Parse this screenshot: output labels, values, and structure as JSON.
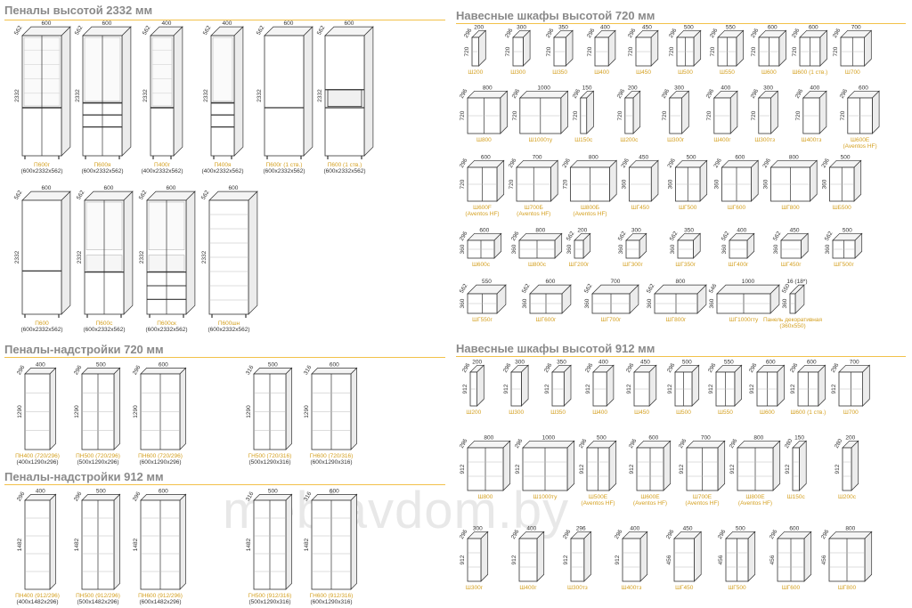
{
  "sections": {
    "tall_2332": "Пеналы высотой 2332 мм",
    "wall_720": "Навесные шкафы высотой 720 мм",
    "top_720": "Пеналы-надстройки 720 мм",
    "top_912": "Пеналы-надстройки 912 мм",
    "wall_912": "Навесные шкафы высотой 912 мм"
  },
  "watermark": "meblavdom.by",
  "tall_row1": [
    {
      "code": "П600г",
      "size": "(600x2332x562)",
      "w": "600",
      "d": "562",
      "h": "2332",
      "type": "glass"
    },
    {
      "code": "П600я",
      "size": "(600x2332x562)",
      "w": "600",
      "d": "562",
      "h": "2332",
      "type": "drawers"
    },
    {
      "code": "П400г",
      "size": "(400x2332x562)",
      "w": "400",
      "d": "562",
      "h": "2332",
      "type": "glass1"
    },
    {
      "code": "П400я",
      "size": "(400x2332x562)",
      "w": "400",
      "d": "562",
      "h": "2332",
      "type": "drawers1"
    },
    {
      "code": "П600г (1 ств.)",
      "size": "(600x2332x562)",
      "w": "600",
      "d": "562",
      "h": "2332",
      "type": "door"
    },
    {
      "code": "П600 (1 ств.)",
      "size": "(600x2332x562)",
      "w": "600",
      "d": "562",
      "h": "2332",
      "type": "oven"
    }
  ],
  "tall_row2": [
    {
      "code": "П600",
      "size": "(600x2332x562)",
      "w": "600",
      "d": "562",
      "h": "2332",
      "type": "solid"
    },
    {
      "code": "П600с",
      "size": "(600x2332x562)",
      "w": "600",
      "d": "562",
      "h": "2332",
      "type": "open"
    },
    {
      "code": "П600ск",
      "size": "(600x2332x562)",
      "w": "600",
      "d": "562",
      "h": "2332",
      "type": "opendr"
    },
    {
      "code": "П600шн",
      "size": "(600x2332x562)",
      "w": "600",
      "d": "562",
      "h": "2332",
      "type": "frame"
    }
  ],
  "top720": [
    {
      "code": "ПН400 (720/296)",
      "size": "(400x1290x296)",
      "w": "400",
      "d": "296",
      "h": "1290"
    },
    {
      "code": "ПН500 (720/296)",
      "size": "(500x1290x296)",
      "w": "500",
      "d": "296",
      "h": "1290"
    },
    {
      "code": "ПН600 (720/296)",
      "size": "(600x1290x296)",
      "w": "600",
      "d": "296",
      "h": "1290"
    },
    {
      "code": "ГН500 (720/316)",
      "size": "(500x1290x316)",
      "w": "500",
      "d": "316",
      "h": "1290"
    },
    {
      "code": "ГН600 (720/316)",
      "size": "(600x1290x316)",
      "w": "600",
      "d": "316",
      "h": "1290"
    }
  ],
  "top912": [
    {
      "code": "ПН400 (912/296)",
      "size": "(400x1482x296)",
      "w": "400",
      "d": "296",
      "h": "1482"
    },
    {
      "code": "ПН500 (912/296)",
      "size": "(500x1482x296)",
      "w": "500",
      "d": "296",
      "h": "1482"
    },
    {
      "code": "ПН600 (912/296)",
      "size": "(600x1482x296)",
      "w": "600",
      "d": "296",
      "h": "1482"
    },
    {
      "code": "ГН500 (912/316)",
      "size": "(500x1290x316)",
      "w": "500",
      "d": "316",
      "h": "1482"
    },
    {
      "code": "ГН600 (912/316)",
      "size": "(600x1290x316)",
      "w": "600",
      "d": "316",
      "h": "1482"
    }
  ],
  "wall720_r1": [
    {
      "code": "Ш200",
      "w": "200",
      "d": "296",
      "h": "720"
    },
    {
      "code": "Ш300",
      "w": "300",
      "d": "296",
      "h": "720"
    },
    {
      "code": "Ш350",
      "w": "350",
      "d": "296",
      "h": "720"
    },
    {
      "code": "Ш400",
      "w": "400",
      "d": "296",
      "h": "720"
    },
    {
      "code": "Ш450",
      "w": "450",
      "d": "296",
      "h": "720"
    },
    {
      "code": "Ш500",
      "w": "500",
      "d": "296",
      "h": "720"
    },
    {
      "code": "Ш550",
      "w": "550",
      "d": "296",
      "h": "720"
    },
    {
      "code": "Ш600",
      "w": "600",
      "d": "296",
      "h": "720"
    },
    {
      "code": "Ш600 (1 ств.)",
      "w": "600",
      "d": "296",
      "h": "720"
    },
    {
      "code": "Ш700",
      "w": "700",
      "d": "296",
      "h": "720"
    }
  ],
  "wall720_r2": [
    {
      "code": "Ш800",
      "w": "800",
      "d": "296",
      "h": "720"
    },
    {
      "code": "Ш1000ту",
      "w": "1000",
      "d": "296",
      "h": "720"
    },
    {
      "code": "Ш150с",
      "w": "150",
      "d": "296",
      "h": "720"
    },
    {
      "code": "Ш200с",
      "w": "200",
      "d": "296",
      "h": "720"
    },
    {
      "code": "Ш300г",
      "w": "300",
      "d": "296",
      "h": "720"
    },
    {
      "code": "Ш400г",
      "w": "400",
      "d": "296",
      "h": "720"
    },
    {
      "code": "Ш300тз",
      "w": "300",
      "d": "296",
      "h": "720"
    },
    {
      "code": "Ш400тз",
      "w": "400",
      "d": "296",
      "h": "720"
    },
    {
      "code": "Ш600Е",
      "sub": "(Aventos HF)",
      "w": "600",
      "d": "296",
      "h": "720"
    }
  ],
  "wall720_r3": [
    {
      "code": "Ш600F",
      "sub": "(Aventos HF)",
      "w": "600",
      "d": "296",
      "h": "720"
    },
    {
      "code": "Ш700Б",
      "sub": "(Aventos HF)",
      "w": "700",
      "d": "296",
      "h": "720"
    },
    {
      "code": "Ш800Б",
      "sub": "(Aventos HF)",
      "w": "800",
      "d": "296",
      "h": "720"
    },
    {
      "code": "ШГ450",
      "w": "450",
      "d": "296",
      "h": "360"
    },
    {
      "code": "ШГ500",
      "w": "500",
      "d": "296",
      "h": "360"
    },
    {
      "code": "ШГ600",
      "w": "600",
      "d": "296",
      "h": "360"
    },
    {
      "code": "ШГ800",
      "w": "800",
      "d": "296",
      "h": "360"
    },
    {
      "code": "ШБ500",
      "w": "500",
      "d": "296",
      "h": "360"
    }
  ],
  "wall720_r4": [
    {
      "code": "Ш600с",
      "w": "600",
      "d": "296",
      "h": "360"
    },
    {
      "code": "Ш800с",
      "w": "800",
      "d": "296",
      "h": "360"
    },
    {
      "code": "ШГ200г",
      "w": "200",
      "d": "562",
      "h": "360"
    },
    {
      "code": "ШГ300г",
      "w": "300",
      "d": "562",
      "h": "360"
    },
    {
      "code": "ШГ350г",
      "w": "350",
      "d": "562",
      "h": "360"
    },
    {
      "code": "ШГ400г",
      "w": "400",
      "d": "562",
      "h": "360"
    },
    {
      "code": "ШГ450г",
      "w": "450",
      "d": "562",
      "h": "360"
    },
    {
      "code": "ШГ500г",
      "w": "500",
      "d": "562",
      "h": "360"
    }
  ],
  "wall720_r5": [
    {
      "code": "ШГ550г",
      "w": "550",
      "d": "562",
      "h": "360"
    },
    {
      "code": "ШГ600г",
      "w": "600",
      "d": "562",
      "h": "360"
    },
    {
      "code": "ШГ700г",
      "w": "700",
      "d": "562",
      "h": "360"
    },
    {
      "code": "ШГ800г",
      "w": "800",
      "d": "562",
      "h": "360"
    },
    {
      "code": "ШГ1000гту",
      "w": "1000",
      "d": "546",
      "h": "360"
    },
    {
      "code": "Панель декоративная",
      "sub": "(360x550)",
      "w": "16 (18*)",
      "d": "550",
      "h": "360"
    }
  ],
  "wall912_r1": [
    {
      "code": "Ш200",
      "w": "200",
      "d": "296",
      "h": "912"
    },
    {
      "code": "Ш300",
      "w": "300",
      "d": "296",
      "h": "912"
    },
    {
      "code": "Ш350",
      "w": "350",
      "d": "296",
      "h": "912"
    },
    {
      "code": "Ш400",
      "w": "400",
      "d": "296",
      "h": "912"
    },
    {
      "code": "Ш450",
      "w": "450",
      "d": "296",
      "h": "912"
    },
    {
      "code": "Ш500",
      "w": "500",
      "d": "296",
      "h": "912"
    },
    {
      "code": "Ш550",
      "w": "550",
      "d": "296",
      "h": "912"
    },
    {
      "code": "Ш600",
      "w": "600",
      "d": "296",
      "h": "912"
    },
    {
      "code": "Ш600 (1 ств.)",
      "w": "600",
      "d": "296",
      "h": "912"
    },
    {
      "code": "Ш700",
      "w": "700",
      "d": "296",
      "h": "912"
    }
  ],
  "wall912_r2": [
    {
      "code": "Ш800",
      "w": "800",
      "d": "296",
      "h": "912"
    },
    {
      "code": "Ш1000ту",
      "w": "1000",
      "d": "296",
      "h": "912"
    },
    {
      "code": "Ш500Е",
      "sub": "(Aventos HF)",
      "w": "500",
      "d": "296",
      "h": "912"
    },
    {
      "code": "Ш600Е",
      "sub": "(Aventos HF)",
      "w": "600",
      "d": "296",
      "h": "912"
    },
    {
      "code": "Ш700Е",
      "sub": "(Aventos HF)",
      "w": "700",
      "d": "296",
      "h": "912"
    },
    {
      "code": "Ш800Е",
      "sub": "(Aventos HF)",
      "w": "800",
      "d": "296",
      "h": "912"
    },
    {
      "code": "Ш150с",
      "w": "150",
      "d": "280",
      "h": "912"
    },
    {
      "code": "Ш200с",
      "w": "200",
      "d": "280",
      "h": "912"
    }
  ],
  "wall912_r3": [
    {
      "code": "Ш300г",
      "w": "300",
      "d": "296",
      "h": "912"
    },
    {
      "code": "Ш400г",
      "w": "400",
      "d": "296",
      "h": "912"
    },
    {
      "code": "Ш300тз",
      "w": "296",
      "d": "296",
      "h": "912"
    },
    {
      "code": "Ш400тз",
      "w": "400",
      "d": "296",
      "h": "912"
    },
    {
      "code": "ШГ450",
      "w": "450",
      "d": "296",
      "h": "456"
    },
    {
      "code": "ШГ500",
      "w": "500",
      "d": "296",
      "h": "456"
    },
    {
      "code": "ШГ600",
      "w": "600",
      "d": "296",
      "h": "456"
    },
    {
      "code": "ШГ800",
      "w": "800",
      "d": "296",
      "h": "456"
    }
  ]
}
